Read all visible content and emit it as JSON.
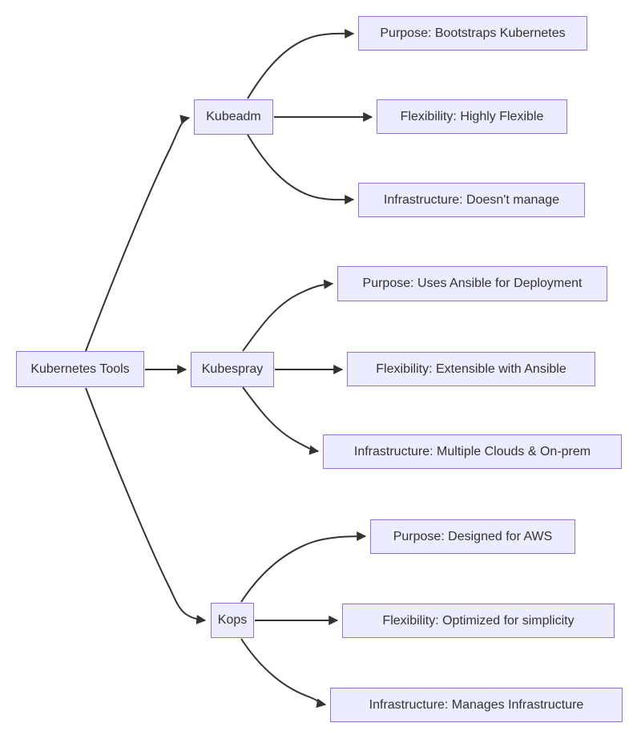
{
  "diagram": {
    "type": "flowchart-left-to-right",
    "root": {
      "label": "Kubernetes Tools"
    },
    "branches": [
      {
        "label": "Kubeadm",
        "children": [
          {
            "label": "Purpose: Bootstraps Kubernetes"
          },
          {
            "label": "Flexibility: Highly Flexible"
          },
          {
            "label": "Infrastructure: Doesn't manage"
          }
        ]
      },
      {
        "label": "Kubespray",
        "children": [
          {
            "label": "Purpose: Uses Ansible for Deployment"
          },
          {
            "label": "Flexibility: Extensible with Ansible"
          },
          {
            "label": "Infrastructure: Multiple Clouds & On-prem"
          }
        ]
      },
      {
        "label": "Kops",
        "children": [
          {
            "label": "Purpose: Designed for AWS"
          },
          {
            "label": "Flexibility: Optimized for simplicity"
          },
          {
            "label": "Infrastructure: Manages Infrastructure"
          }
        ]
      }
    ],
    "colors": {
      "node_fill": "#ECECFF",
      "node_border": "#9370DB",
      "edge": "#333333",
      "text": "#333333",
      "background": "#ffffff"
    }
  }
}
